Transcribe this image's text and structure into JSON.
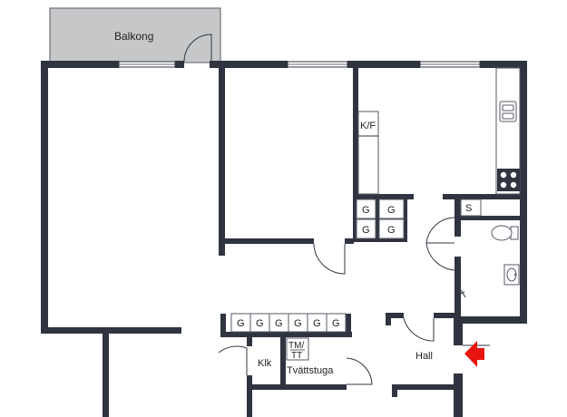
{
  "rooms": {
    "balcony": "Balkong",
    "hall": "Hall",
    "closet": "Klk",
    "laundry": "Tvättstuga",
    "laundry_appliances_top": "TM/",
    "laundry_appliances_bottom": "TT",
    "fridge_freezer": "K/F",
    "storage": "S"
  },
  "wardrobe_label": "G",
  "colors": {
    "wall": "#2f3440",
    "balcony_fill": "#c6c7c8",
    "entrance_arrow": "#e8140f",
    "cabinet_stroke": "#555a63"
  },
  "icons": [
    "entrance-arrow-icon",
    "sink-icon",
    "stove-icon",
    "toilet-icon",
    "washbasin-icon",
    "door-swing-icon"
  ]
}
